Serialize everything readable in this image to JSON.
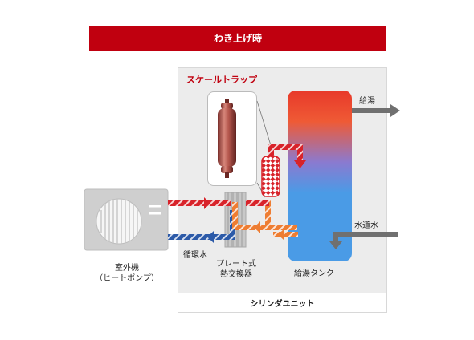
{
  "banner": {
    "title": "わき上げ時"
  },
  "scale_trap": {
    "title": "スケールトラップ"
  },
  "labels": {
    "outdoor_unit_line1": "室外機",
    "outdoor_unit_line2": "（ヒートポンプ）",
    "circulating_water": "循環水",
    "plate_hx_line1": "プレート式",
    "plate_hx_line2": "熱交換器",
    "hot_water_tank": "給湯タンク",
    "hot_water_supply": "給湯",
    "tap_water": "水道水",
    "cylinder_unit": "シリンダユニット"
  },
  "colors": {
    "banner": "#c0000f",
    "hot_pipe": "#d8232a",
    "warm_pipe": "#ee7d32",
    "cold_pipe": "#2c5aa8",
    "tank_top": "#e8392a",
    "tank_bottom": "#4a9be6",
    "arrow_gray": "#707070"
  }
}
